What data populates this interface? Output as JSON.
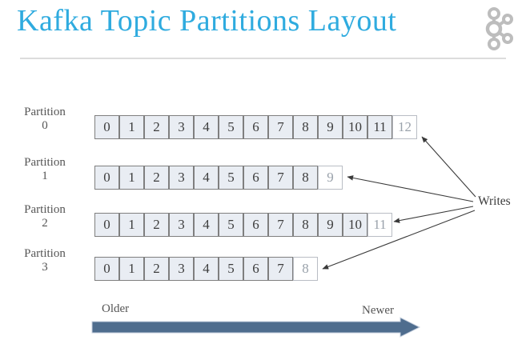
{
  "title": "Kafka Topic Partitions Layout",
  "logo": "kafka-logo",
  "partitions": [
    {
      "name": "Partition",
      "number": "0",
      "offsets": [
        "0",
        "1",
        "2",
        "3",
        "4",
        "5",
        "6",
        "7",
        "8",
        "9",
        "10",
        "11"
      ],
      "next_offset": "12"
    },
    {
      "name": "Partition",
      "number": "1",
      "offsets": [
        "0",
        "1",
        "2",
        "3",
        "4",
        "5",
        "6",
        "7",
        "8"
      ],
      "next_offset": "9"
    },
    {
      "name": "Partition",
      "number": "2",
      "offsets": [
        "0",
        "1",
        "2",
        "3",
        "4",
        "5",
        "6",
        "7",
        "8",
        "9",
        "10"
      ],
      "next_offset": "11"
    },
    {
      "name": "Partition",
      "number": "3",
      "offsets": [
        "0",
        "1",
        "2",
        "3",
        "4",
        "5",
        "6",
        "7"
      ],
      "next_offset": "8"
    }
  ],
  "writes_label": "Writes",
  "timeline": {
    "older_label": "Older",
    "newer_label": "Newer"
  },
  "colors": {
    "title": "#2fabdf",
    "divider": "#dcdcdc",
    "logo": "#bdbdbd",
    "label_text": "#555555",
    "cell_fill": "#e9edf3",
    "cell_border": "#7f7f7f",
    "cell_text": "#3d3d3d",
    "next_cell_fill": "#ffffff",
    "next_cell_border": "#b9bdc4",
    "next_cell_text": "#9aa2ab",
    "write_arrow": "#3a3a3a",
    "timeline_arrow": "#4f6d8e"
  }
}
